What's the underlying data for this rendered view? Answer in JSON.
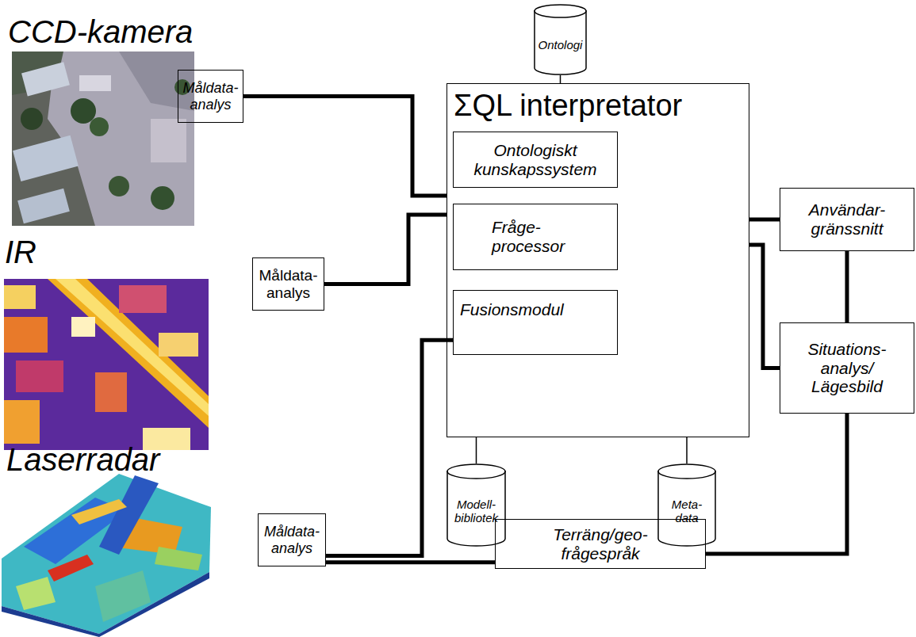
{
  "diagram": {
    "nodes": [
      {
        "text": [
          "Måldata- analys"
        ]
      },
      {
        "text": [
          "Måldata- analys"
        ]
      },
      {
        "text": [
          "Måldata- analys"
        ]
      },
      {
        "text": [
          "Ontologi"
        ]
      },
      {
        "text": [
          "ΣQL interpretator"
        ]
      },
      {
        "text": [
          "Ontologiskt kunskapssystem"
        ],
        "in": 4
      },
      {
        "text": [
          "Fråge- processor"
        ],
        "in": 4
      },
      {
        "text": [
          "Fusionsmodul"
        ],
        "in": 4
      },
      {
        "text": [
          "Modell- bibliotek"
        ]
      },
      {
        "text": [
          "Meta- data"
        ]
      },
      {
        "text": [
          "Användar- gränssnitt"
        ]
      },
      {
        "text": [
          "Situations- analys/ Lägesbild"
        ]
      },
      {
        "text": [
          "Terräng/geo- frågespråk"
        ]
      }
    ],
    "edges": [
      {
        "from": 0,
        "to": 4,
        "arrow": "none"
      },
      {
        "from": 1,
        "to": 4,
        "arrow": "none"
      },
      {
        "from": 2,
        "to": 7,
        "arrow": "none"
      },
      {
        "from": 2,
        "to": 12,
        "arrow": "none"
      },
      {
        "from": 3,
        "to": 4,
        "arrow": "none"
      },
      {
        "from": 8,
        "to": 4,
        "arrow": "none"
      },
      {
        "from": 9,
        "to": 4,
        "arrow": "none"
      },
      {
        "from": 4,
        "to": 10,
        "arrow": "none"
      },
      {
        "from": 4,
        "to": 11,
        "arrow": "none"
      },
      {
        "from": 10,
        "to": 11,
        "arrow": "none"
      },
      {
        "from": 11,
        "to": 12,
        "arrow": "none"
      }
    ],
    "labels": [
      "CCD-kamera",
      "IR",
      "Laserradar"
    ]
  }
}
